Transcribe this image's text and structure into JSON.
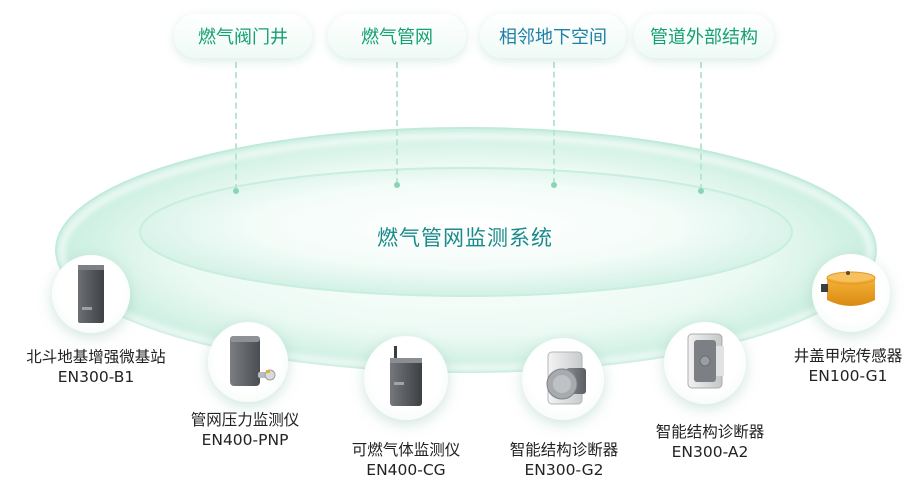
{
  "top_tags": [
    {
      "label": "燃气阀门井",
      "color": "#15a072"
    },
    {
      "label": "燃气管网",
      "color": "#15a072"
    },
    {
      "label": "相邻地下空间",
      "color": "#1f7fa6"
    },
    {
      "label": "管道外部结构",
      "color": "#15a072"
    }
  ],
  "center": {
    "title": "燃气管网监测系统"
  },
  "devices": [
    {
      "name": "北斗地基增强微基站",
      "model": "EN300-B1",
      "icon": "gnss-base-station-icon"
    },
    {
      "name": "管网压力监测仪",
      "model": "EN400-PNP",
      "icon": "pressure-monitor-icon"
    },
    {
      "name": "可燃气体监测仪",
      "model": "EN400-CG",
      "icon": "gas-detector-icon"
    },
    {
      "name": "智能结构诊断器",
      "model": "EN300-G2",
      "icon": "structure-diagnostor-g2-icon"
    },
    {
      "name": "智能结构诊断器",
      "model": "EN300-A2",
      "icon": "structure-diagnostor-a2-icon"
    },
    {
      "name": "井盖甲烷传感器",
      "model": "EN100-G1",
      "icon": "methane-sensor-icon"
    }
  ],
  "colors": {
    "accent_green": "#15a072",
    "accent_blue": "#1f7fa6",
    "ring": "#d6f2e8"
  }
}
